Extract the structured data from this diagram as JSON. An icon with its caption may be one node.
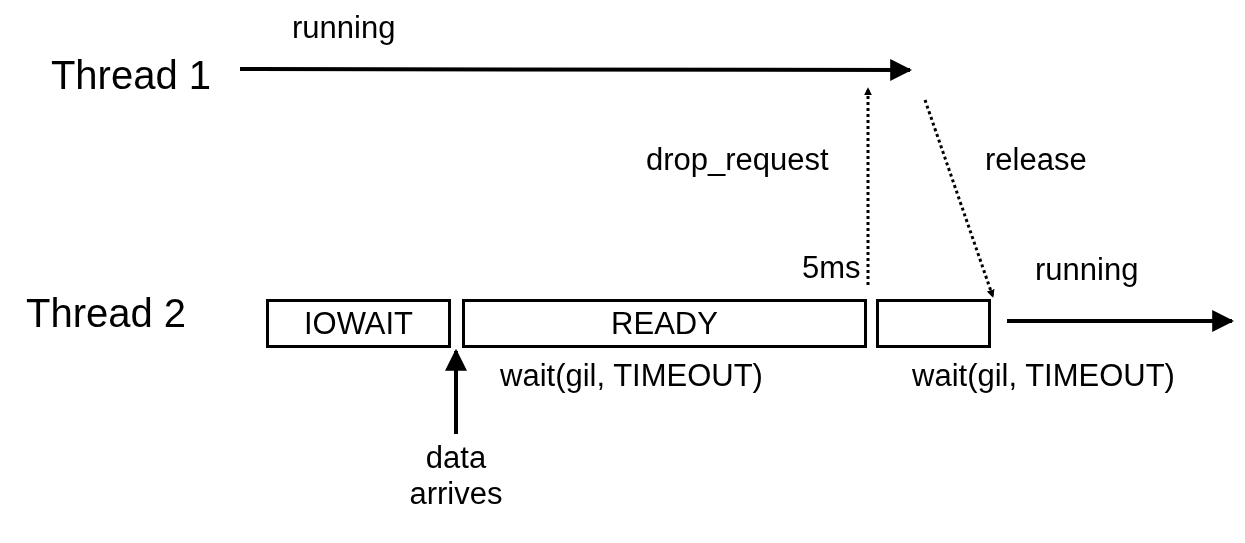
{
  "diagram": {
    "nodes": [
      {
        "text": [
          "Thread 1"
        ]
      },
      {
        "text": [
          "IOWAIT"
        ]
      },
      {
        "text": [
          "READY"
        ],
        "beside": [
          "wait(gil, TIMEOUT)"
        ]
      },
      {
        "text": [],
        "shape": "box",
        "beside": [
          "wait(gil, TIMEOUT)"
        ]
      },
      {
        "text": [
          "data arrives"
        ]
      }
    ],
    "edges": [
      {
        "from": 0,
        "to": null,
        "arrow": "to",
        "label": "running"
      },
      {
        "from": 4,
        "to": 1,
        "arrow": "to"
      },
      {
        "from": 2,
        "to": null,
        "arrow": "to",
        "label": "drop_request",
        "style": "dashed"
      },
      {
        "from": null,
        "to": 3,
        "arrow": "to",
        "label": "release",
        "style": "dashed"
      },
      {
        "from": 3,
        "to": null,
        "arrow": "to",
        "label": "running"
      }
    ],
    "labels": [
      "Thread 2",
      "5ms"
    ]
  }
}
